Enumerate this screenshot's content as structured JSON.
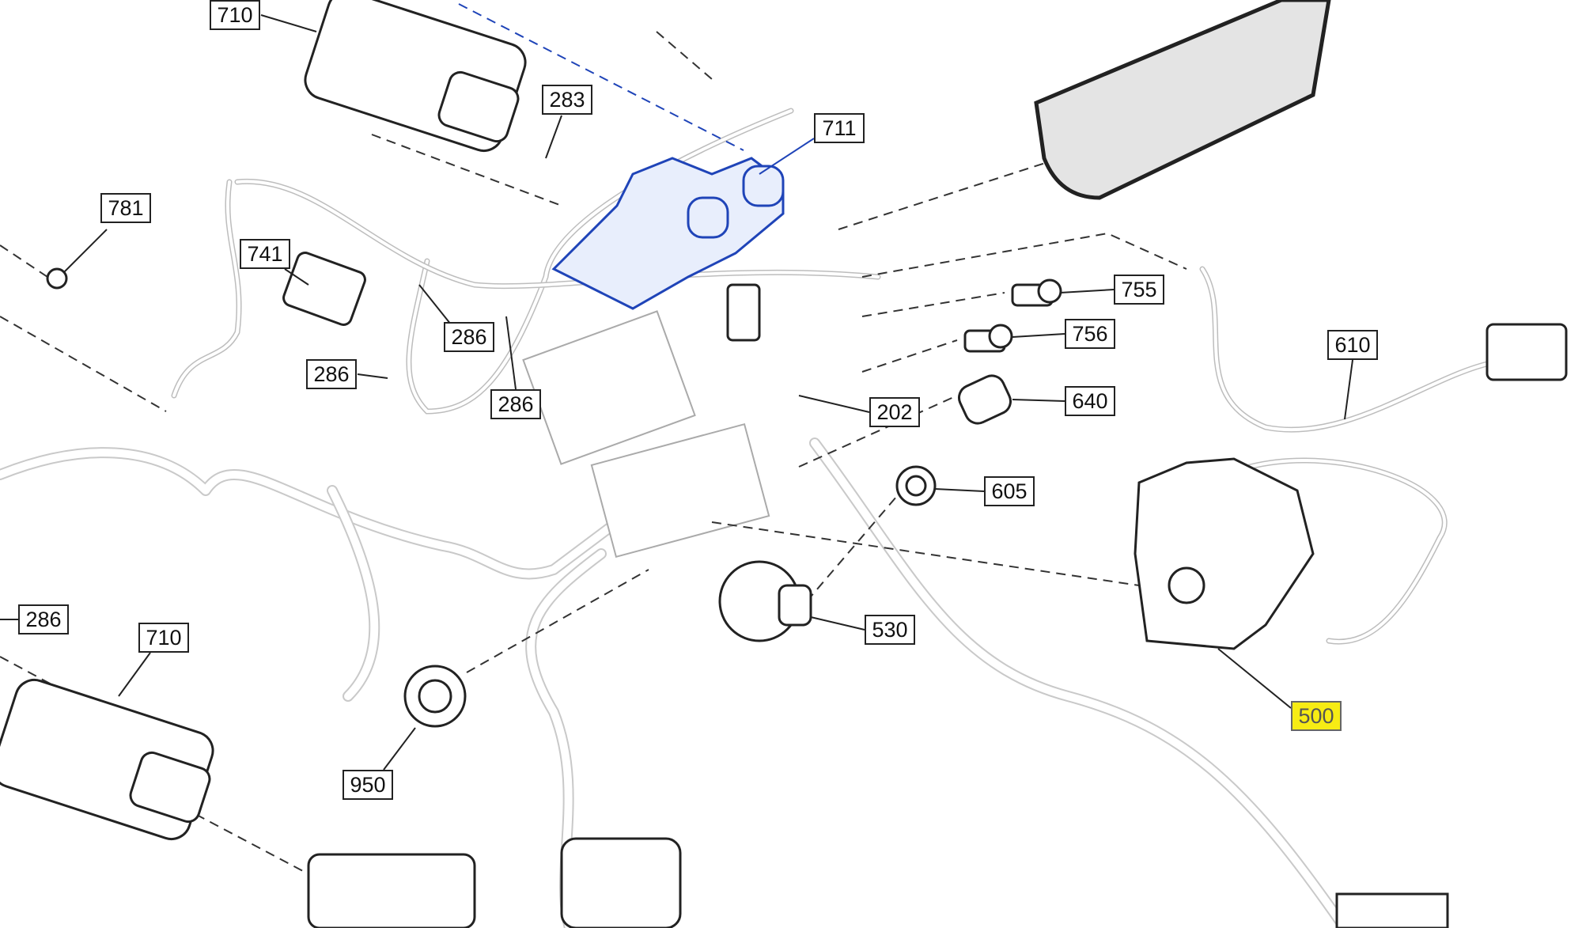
{
  "diagram": {
    "highlight_color": "#f7ec14",
    "selected_part_color": "#1f44b8",
    "callouts": [
      {
        "id": "c710a",
        "label": "710"
      },
      {
        "id": "c283",
        "label": "283"
      },
      {
        "id": "c711",
        "label": "711"
      },
      {
        "id": "c781",
        "label": "781"
      },
      {
        "id": "c741",
        "label": "741"
      },
      {
        "id": "c286a",
        "label": "286"
      },
      {
        "id": "c286b",
        "label": "286"
      },
      {
        "id": "c286c",
        "label": "286"
      },
      {
        "id": "c755",
        "label": "755"
      },
      {
        "id": "c756",
        "label": "756"
      },
      {
        "id": "c610",
        "label": "610"
      },
      {
        "id": "c640",
        "label": "640"
      },
      {
        "id": "c202",
        "label": "202"
      },
      {
        "id": "c605",
        "label": "605"
      },
      {
        "id": "c286d",
        "label": "286"
      },
      {
        "id": "c710b",
        "label": "710"
      },
      {
        "id": "c530",
        "label": "530"
      },
      {
        "id": "c500",
        "label": "500",
        "highlighted": true
      },
      {
        "id": "c950",
        "label": "950"
      }
    ]
  }
}
